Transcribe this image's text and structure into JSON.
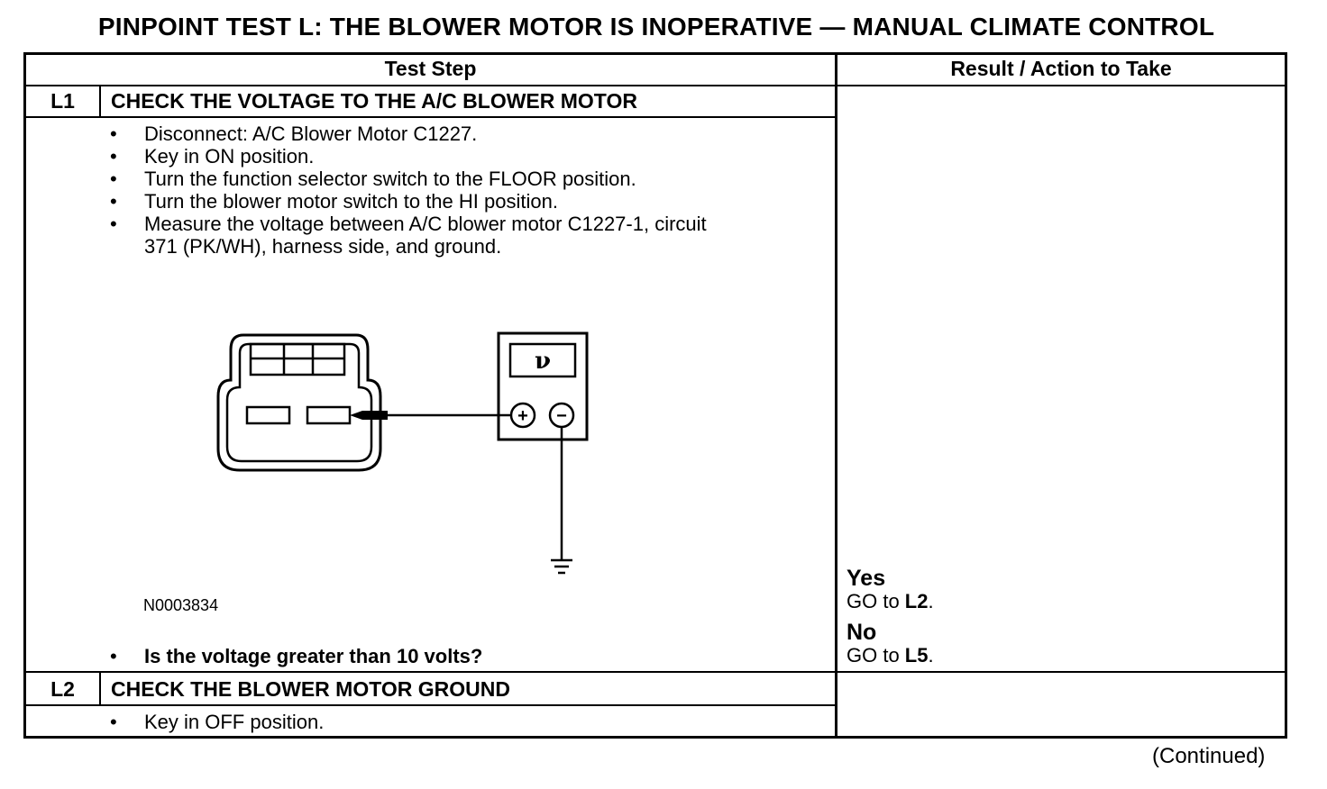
{
  "title": "PINPOINT TEST L: THE BLOWER MOTOR IS INOPERATIVE — MANUAL CLIMATE CONTROL",
  "headers": {
    "test_step": "Test Step",
    "result": "Result / Action to Take"
  },
  "steps": [
    {
      "id": "L1",
      "title": "CHECK THE VOLTAGE TO THE A/C BLOWER MOTOR",
      "bullets": [
        "Disconnect: A/C Blower Motor C1227.",
        "Key in ON position.",
        "Turn the function selector switch to the FLOOR position.",
        "Turn the blower motor switch to the HI position.",
        "Measure the voltage between A/C blower motor C1227-1, circuit",
        "371 (PK/WH), harness side, and ground."
      ],
      "figure_id": "N0003834",
      "meter_symbol": "ν",
      "plus": "+",
      "minus": "−",
      "question": "Is the voltage greater than 10 volts?",
      "results": [
        {
          "label": "Yes",
          "prefix": "GO to ",
          "target": "L2",
          "suffix": "."
        },
        {
          "label": "No",
          "prefix": "GO to ",
          "target": "L5",
          "suffix": "."
        }
      ]
    },
    {
      "id": "L2",
      "title": "CHECK THE BLOWER MOTOR GROUND",
      "bullets": [
        "Key in OFF position."
      ]
    }
  ],
  "bullet_char": "•",
  "continued": "(Continued)"
}
